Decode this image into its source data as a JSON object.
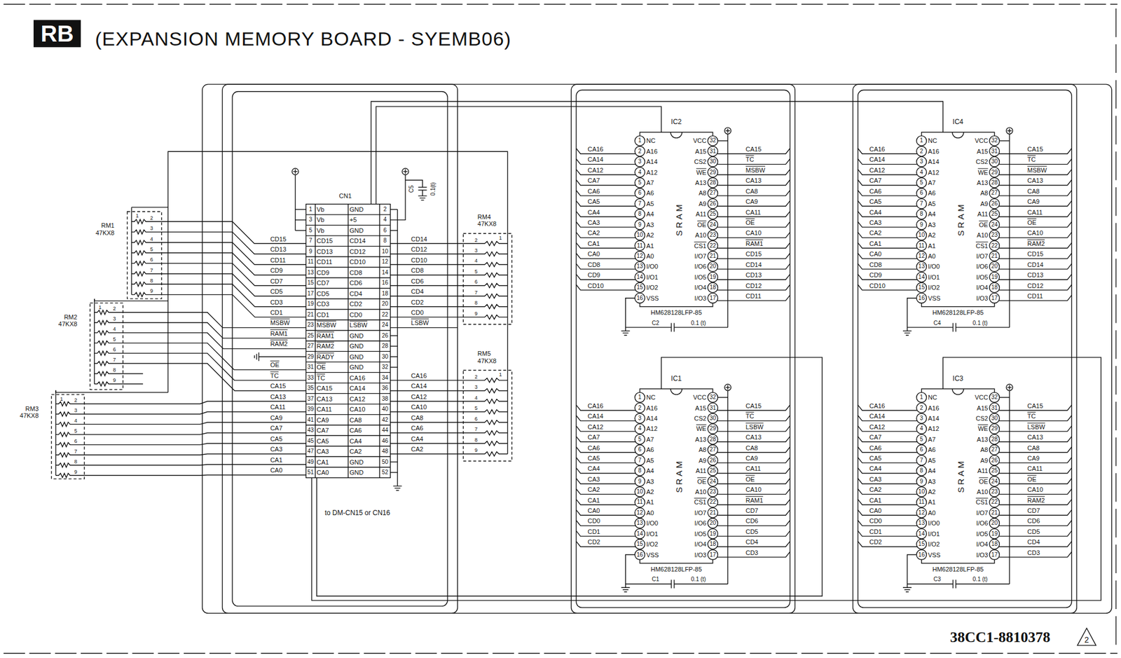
{
  "diagram": {
    "title": "(EXPANSION MEMORY BOARD - SYEMB06)",
    "nodes": [
      {
        "text": [
          "RM1 47KX8"
        ]
      },
      {
        "text": [
          "RM2 47KX8"
        ]
      },
      {
        "text": [
          "RM3 47KX8"
        ]
      },
      {
        "text": [
          "CN1"
        ]
      },
      {
        "text": [
          "RM4 47KX8"
        ]
      },
      {
        "text": [
          "RM5 47KX8"
        ]
      },
      {
        "text": [
          "IC2",
          "SRAM",
          "HM628128LFP-85"
        ]
      },
      {
        "text": [
          "IC1",
          "SRAM",
          "HM628128LFP-85"
        ]
      },
      {
        "text": [
          "IC4",
          "SRAM",
          "HM628128LFP-85"
        ]
      },
      {
        "text": [
          "IC3",
          "SRAM",
          "HM628128LFP-85"
        ]
      }
    ],
    "edges": [
      {
        "from": 0,
        "to": 3,
        "arrow": "none"
      },
      {
        "from": 1,
        "to": 3,
        "arrow": "none"
      },
      {
        "from": 2,
        "to": 3,
        "arrow": "none"
      },
      {
        "from": 4,
        "to": 3,
        "arrow": "none"
      },
      {
        "from": 5,
        "to": 3,
        "arrow": "none"
      },
      {
        "from": 3,
        "to": 6,
        "arrow": "none"
      },
      {
        "from": 3,
        "to": 7,
        "arrow": "none"
      },
      {
        "from": 3,
        "to": 8,
        "arrow": "none"
      },
      {
        "from": 3,
        "to": 9,
        "arrow": "none"
      }
    ],
    "labels": [
      "RB",
      "1",
      "Vb",
      "GND",
      "2",
      "3",
      "Vb",
      "+5",
      "4",
      "5",
      "Vb",
      "GND",
      "6",
      "7",
      "CD15",
      "CD14",
      "8",
      "9",
      "CD13",
      "CD12",
      "10",
      "11",
      "CD11",
      "CD10",
      "12",
      "13",
      "CD9",
      "CD8",
      "14",
      "15",
      "CD7",
      "CD6",
      "16",
      "17",
      "CD5",
      "CD4",
      "18",
      "19",
      "CD3",
      "CD2",
      "20",
      "21",
      "CD1",
      "CD0",
      "22",
      "23",
      "MSBW",
      "LSBW",
      "24",
      "25",
      "RAM1",
      "GND",
      "26",
      "27",
      "RAM2",
      "GND",
      "28",
      "29",
      "RADY",
      "GND",
      "30",
      "31",
      "OE",
      "GND",
      "32",
      "33",
      "TC",
      "CA16",
      "34",
      "35",
      "CA15",
      "CA14",
      "36",
      "37",
      "CA13",
      "CA12",
      "38",
      "39",
      "CA11",
      "CA10",
      "40",
      "41",
      "CA9",
      "CA8",
      "42",
      "43",
      "CA7",
      "CA6",
      "44",
      "45",
      "CA5",
      "CA4",
      "46",
      "47",
      "CA3",
      "CA2",
      "48",
      "49",
      "CA1",
      "GND",
      "50",
      "51",
      "CA0",
      "GND",
      "52",
      "CD15",
      "CD13",
      "CD11",
      "CD9",
      "CD7",
      "CD5",
      "CD3",
      "CD1",
      "MSBW",
      "RAM1",
      "RAM2",
      "OE",
      "TC",
      "CA15",
      "CA13",
      "CA11",
      "CA9",
      "CA7",
      "CA5",
      "CA3",
      "CA1",
      "CA0",
      "CD14",
      "CD12",
      "CD10",
      "CD8",
      "CD6",
      "CD4",
      "CD2",
      "CD0",
      "LSBW",
      "CA16",
      "CA14",
      "CA12",
      "CA10",
      "CA8",
      "CA6",
      "CA4",
      "CA2",
      "C5",
      "0.1(t)",
      "to DM-CN15 or CN16",
      "1",
      "2",
      "3",
      "4",
      "5",
      "6",
      "7",
      "8",
      "9",
      "1",
      "2",
      "3",
      "4",
      "5",
      "6",
      "7",
      "8",
      "9",
      "1",
      "2",
      "3",
      "4",
      "5",
      "6",
      "7",
      "8",
      "9",
      "1",
      "2",
      "3",
      "4",
      "5",
      "6",
      "7",
      "8",
      "9",
      "1",
      "2",
      "3",
      "4",
      "5",
      "6",
      "7",
      "8",
      "9",
      "1",
      "2",
      "3",
      "4",
      "5",
      "6",
      "7",
      "8",
      "9",
      "10",
      "11",
      "12",
      "13",
      "14",
      "15",
      "16",
      "NC",
      "A16",
      "A14",
      "A12",
      "A7",
      "A6",
      "A5",
      "A4",
      "A3",
      "A2",
      "A1",
      "A0",
      "I/O0",
      "I/O1",
      "I/O2",
      "VSS",
      "32",
      "31",
      "30",
      "29",
      "28",
      "27",
      "26",
      "25",
      "24",
      "23",
      "22",
      "21",
      "20",
      "19",
      "18",
      "17",
      "VCC",
      "A15",
      "CS2",
      "WE",
      "A13",
      "A8",
      "A9",
      "A11",
      "OE",
      "A10",
      "CS1",
      "I/O7",
      "I/O6",
      "I/O5",
      "I/O4",
      "I/O3",
      "CA16",
      "CA14",
      "CA12",
      "CA7",
      "CA6",
      "CA5",
      "CA4",
      "CA3",
      "CA2",
      "CA1",
      "CA0",
      "CD8",
      "CD9",
      "CD10",
      "CA15",
      "TC",
      "MSBW",
      "CA13",
      "CA8",
      "CA9",
      "CA11",
      "OE",
      "CA10",
      "RAM1",
      "CD15",
      "CD14",
      "CD13",
      "CD12",
      "CD11",
      "C2",
      "0.1 (t)",
      "1",
      "2",
      "3",
      "4",
      "5",
      "6",
      "7",
      "8",
      "9",
      "10",
      "11",
      "12",
      "13",
      "14",
      "15",
      "16",
      "NC",
      "A16",
      "A14",
      "A12",
      "A7",
      "A6",
      "A5",
      "A4",
      "A3",
      "A2",
      "A1",
      "A0",
      "I/O0",
      "I/O1",
      "I/O2",
      "VSS",
      "32",
      "31",
      "30",
      "29",
      "28",
      "27",
      "26",
      "25",
      "24",
      "23",
      "22",
      "21",
      "20",
      "19",
      "18",
      "17",
      "VCC",
      "A15",
      "CS2",
      "WE",
      "A13",
      "A8",
      "A9",
      "A11",
      "OE",
      "A10",
      "CS1",
      "I/O7",
      "I/O6",
      "I/O5",
      "I/O4",
      "I/O3",
      "CA16",
      "CA14",
      "CA12",
      "CA7",
      "CA6",
      "CA5",
      "CA4",
      "CA3",
      "CA2",
      "CA1",
      "CA0",
      "CD0",
      "CD1",
      "CD2",
      "CA15",
      "TC",
      "LSBW",
      "CA13",
      "CA8",
      "CA9",
      "CA11",
      "OE",
      "CA10",
      "RAM1",
      "CD7",
      "CD6",
      "CD5",
      "CD4",
      "CD3",
      "C1",
      "0.1 (t)",
      "1",
      "2",
      "3",
      "4",
      "5",
      "6",
      "7",
      "8",
      "9",
      "10",
      "11",
      "12",
      "13",
      "14",
      "15",
      "16",
      "NC",
      "A16",
      "A14",
      "A12",
      "A7",
      "A6",
      "A5",
      "A4",
      "A3",
      "A2",
      "A1",
      "A0",
      "I/O0",
      "I/O1",
      "I/O2",
      "VSS",
      "32",
      "31",
      "30",
      "29",
      "28",
      "27",
      "26",
      "25",
      "24",
      "23",
      "22",
      "21",
      "20",
      "19",
      "18",
      "17",
      "VCC",
      "A15",
      "CS2",
      "WE",
      "A13",
      "A8",
      "A9",
      "A11",
      "OE",
      "A10",
      "CS1",
      "I/O7",
      "I/O6",
      "I/O5",
      "I/O4",
      "I/O3",
      "CA16",
      "CA14",
      "CA12",
      "CA7",
      "CA6",
      "CA5",
      "CA4",
      "CA3",
      "CA2",
      "CA1",
      "CA0",
      "CD8",
      "CD9",
      "CD10",
      "CA15",
      "TC",
      "MSBW",
      "CA13",
      "CA8",
      "CA9",
      "CA11",
      "OE",
      "CA10",
      "RAM2",
      "CD15",
      "CD14",
      "CD13",
      "CD12",
      "CD11",
      "C4",
      "0.1 (t)",
      "1",
      "2",
      "3",
      "4",
      "5",
      "6",
      "7",
      "8",
      "9",
      "10",
      "11",
      "12",
      "13",
      "14",
      "15",
      "16",
      "NC",
      "A16",
      "A14",
      "A12",
      "A7",
      "A6",
      "A5",
      "A4",
      "A3",
      "A2",
      "A1",
      "A0",
      "I/O0",
      "I/O1",
      "I/O2",
      "VSS",
      "32",
      "31",
      "30",
      "29",
      "28",
      "27",
      "26",
      "25",
      "24",
      "23",
      "22",
      "21",
      "20",
      "19",
      "18",
      "17",
      "VCC",
      "A15",
      "CS2",
      "WE",
      "A13",
      "A8",
      "A9",
      "A11",
      "OE",
      "A10",
      "CS1",
      "I/O7",
      "I/O6",
      "I/O5",
      "I/O4",
      "I/O3",
      "CA16",
      "CA14",
      "CA12",
      "CA7",
      "CA6",
      "CA5",
      "CA4",
      "CA3",
      "CA2",
      "CA1",
      "CA0",
      "CD0",
      "CD1",
      "CD2",
      "CA15",
      "TC",
      "LSBW",
      "CA13",
      "CA8",
      "CA9",
      "CA11",
      "OE",
      "CA10",
      "RAM2",
      "CD7",
      "CD6",
      "CD5",
      "CD4",
      "CD3",
      "C3",
      "0.1 (t)",
      "38CC1-8810378",
      "2"
    ]
  }
}
